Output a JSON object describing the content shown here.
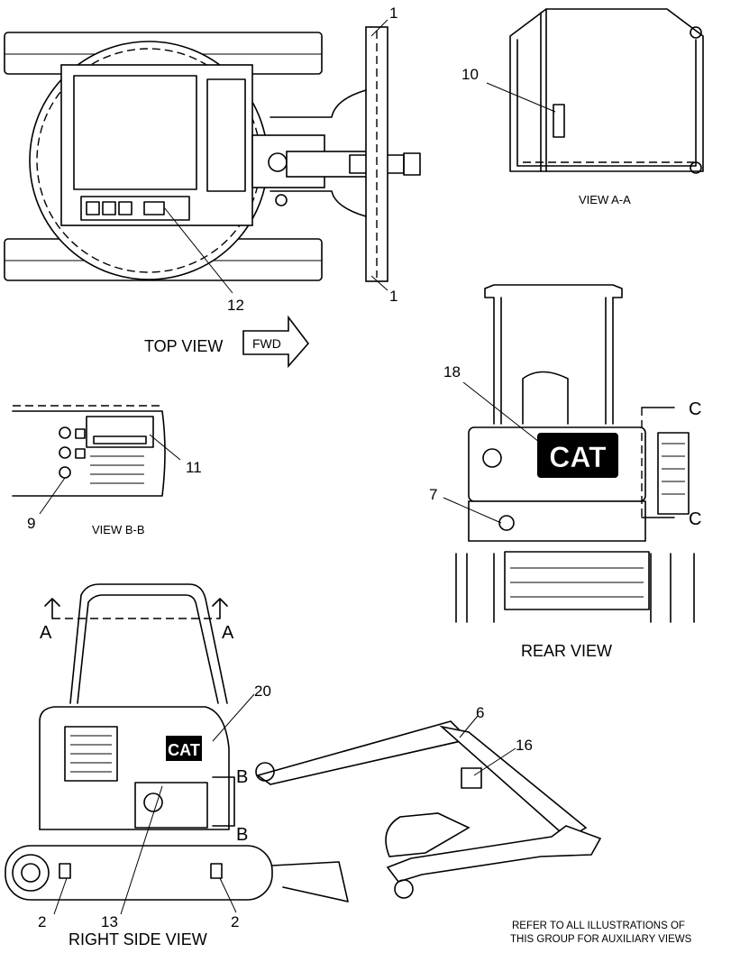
{
  "views": {
    "top_view": "TOP VIEW",
    "fwd": "FWD",
    "view_a": "VIEW A-A",
    "view_b": "VIEW B-B",
    "rear_view": "REAR VIEW",
    "right_side_view": "RIGHT SIDE VIEW"
  },
  "section_marks": {
    "a": "A",
    "b": "B",
    "c": "C"
  },
  "callouts": {
    "c1": "1",
    "c2": "2",
    "c6": "6",
    "c7": "7",
    "c9": "9",
    "c10": "10",
    "c11": "11",
    "c12": "12",
    "c13": "13",
    "c16": "16",
    "c18": "18",
    "c20": "20"
  },
  "decal": {
    "brand": "CAT"
  },
  "note": {
    "line1": "REFER TO ALL ILLUSTRATIONS OF",
    "line2": "THIS GROUP FOR AUXILIARY VIEWS"
  }
}
